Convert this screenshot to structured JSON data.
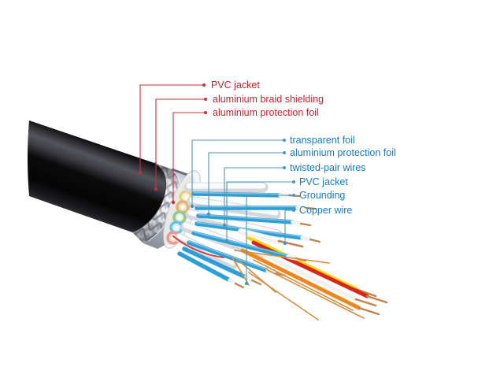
{
  "diagram": {
    "subject": "cable-cutaway-illustration",
    "description": "Cutaway drawing of a shielded multi twisted-pair cable with construction layers labeled",
    "outer_layer_labels": {
      "color": "#c4202e",
      "items": [
        "PVC jacket",
        "aluminium braid shielding",
        "aluminium protection foil"
      ]
    },
    "inner_layer_labels": {
      "color": "#1a78b8",
      "items": [
        "transparent foil",
        "aluminium protection foil",
        "twisted-pair wires",
        "PVC jacket",
        "Grounding",
        "Copper wire"
      ]
    },
    "artwork_colors": {
      "jacket": "#0c0c0e",
      "braid_shield": "#c6c8ce",
      "protection_foil": "#eceef2",
      "twisted_pair_wire": "#2e9ed6",
      "pair_foil_wrap": "#f2f2f4",
      "signal_wires": [
        "#d8261c",
        "#f2d800",
        "#f2f2ec",
        "#ef871f"
      ],
      "copper": "#c2824d",
      "leader_line_outer": "#c4303a",
      "leader_line_inner": "#4a96b8"
    }
  }
}
